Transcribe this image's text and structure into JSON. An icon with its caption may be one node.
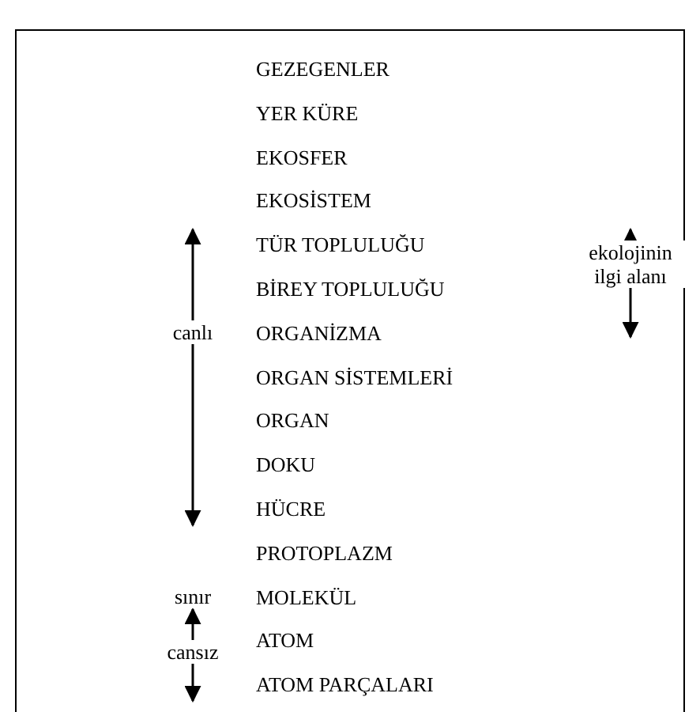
{
  "diagram": {
    "labels": [
      "GEZEGENLER",
      "YER KÜRE",
      "EKOSFER",
      "EKOSİSTEM",
      "TÜR TOPLULUĞU",
      "BİREY TOPLULUĞU",
      "ORGANİZMA",
      "ORGAN SİSTEMLERİ",
      "ORGAN",
      "DOKU",
      "HÜCRE",
      "PROTOPLAZM",
      "MOLEKÜL",
      "ATOM",
      "ATOM PARÇALARI",
      "canlı",
      "sınır",
      "cansız",
      "ekolojinin ilgi alanı"
    ]
  }
}
